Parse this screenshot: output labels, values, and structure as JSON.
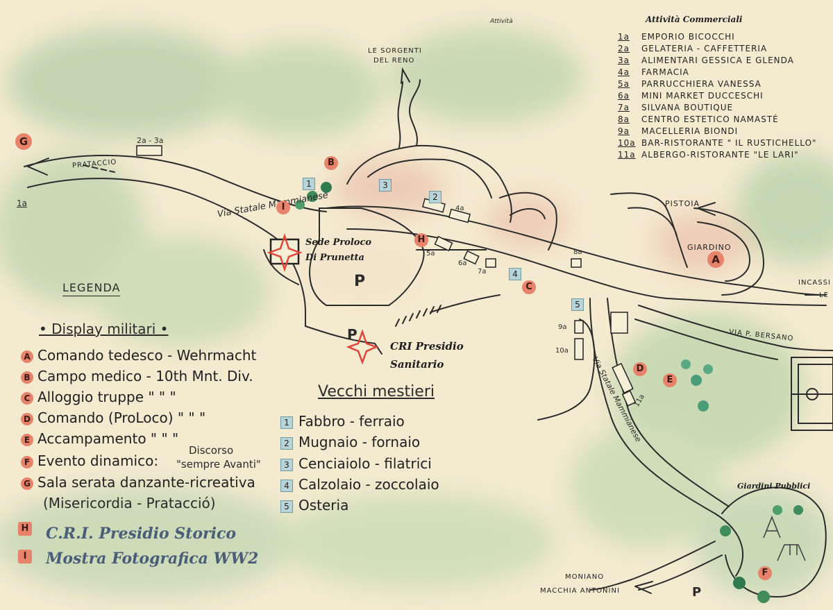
{
  "header_small": "Attività",
  "commercial": {
    "title": "Attività Commerciali",
    "items": [
      {
        "code": "1a",
        "name": "EMPORIO BICOCCHI"
      },
      {
        "code": "2a",
        "name": "GELATERIA - CAFFETTERIA"
      },
      {
        "code": "3a",
        "name": "ALIMENTARI GESSICA E GLENDA"
      },
      {
        "code": "4a",
        "name": "FARMACIA"
      },
      {
        "code": "5a",
        "name": "PARRUCCHIERA VANESSA"
      },
      {
        "code": "6a",
        "name": "MINI MARKET DUCCESCHI"
      },
      {
        "code": "7a",
        "name": "SILVANA BOUTIQUE"
      },
      {
        "code": "8a",
        "name": "CENTRO ESTETICO NAMASTÉ"
      },
      {
        "code": "9a",
        "name": "MACELLERIA BIONDI"
      },
      {
        "code": "10a",
        "name": "BAR-RISTORANTE \" IL RUSTICHELLO\""
      },
      {
        "code": "11a",
        "name": "ALBERGO-RISTORANTE \"LE LARI\""
      }
    ]
  },
  "legend": {
    "title": "LEGENDA",
    "military_title": "• Display militari •",
    "items": [
      {
        "code": "A",
        "text": "Comando tedesco - Wehrmacht"
      },
      {
        "code": "B",
        "text": "Campo medico - 10th Mnt. Div."
      },
      {
        "code": "C",
        "text": "Alloggio truppe  \"   \"   \""
      },
      {
        "code": "D",
        "text": "Comando (ProLoco) \"   \"   \""
      },
      {
        "code": "E",
        "text": "Accampamento   \"   \"   \""
      },
      {
        "code": "F",
        "text": "Evento dinamico:"
      },
      {
        "code": "G",
        "text": "Sala serata danzante-ricreativa"
      }
    ],
    "f_discorso": "Discorso",
    "f_sempre": "\"sempre Avanti\"",
    "g_cont": "(Misericordia - Pratacció)",
    "h": {
      "code": "H",
      "text": "C.R.I. Presidio Storico"
    },
    "i": {
      "code": "I",
      "text": "Mostra Fotografica WW2"
    }
  },
  "trades": {
    "title": "Vecchi mestieri",
    "items": [
      {
        "code": "1",
        "text": "Fabbro - ferraio"
      },
      {
        "code": "2",
        "text": "Mugnaio - fornaio"
      },
      {
        "code": "3",
        "text": "Cenciaiolo - filatrici"
      },
      {
        "code": "4",
        "text": "Calzolaio - zoccolaio"
      },
      {
        "code": "5",
        "text": "Osteria"
      }
    ]
  },
  "places": {
    "sorgenti": "LE SORGENTI",
    "reno": "DEL RENO",
    "prataccio": "PRATACCIO",
    "pistoia": "PISTOIA",
    "giardino": "GIARDINO",
    "incassi": "INCASSI",
    "le": "LE",
    "via_bersano": "VIA P. BERSANO",
    "via_statale": "Via Statale Mammianese",
    "via_statale2": "Via Statale Mammianese",
    "moniano": "MONIANO",
    "macchia": "MACCHIA ANTONINI",
    "giardini_pubblici": "Giardini Pubblici",
    "sede_proloco": "Sede Proloco",
    "di_prunetta": "Di Prunetta",
    "cri_presidio": "CRI  Presidio",
    "sanitario": "Sanitario",
    "parking": "P",
    "label_1a_left": "1a",
    "label_2a3a": "2a - 3a"
  },
  "map_badges": [
    "G",
    "B",
    "I",
    "H",
    "C",
    "D",
    "E",
    "A",
    "F"
  ],
  "map_squares": [
    "1",
    "2",
    "3",
    "4",
    "5"
  ],
  "map_shops": [
    "4a",
    "5a",
    "6a",
    "7a",
    "8a",
    "9a",
    "10a",
    "11a"
  ]
}
